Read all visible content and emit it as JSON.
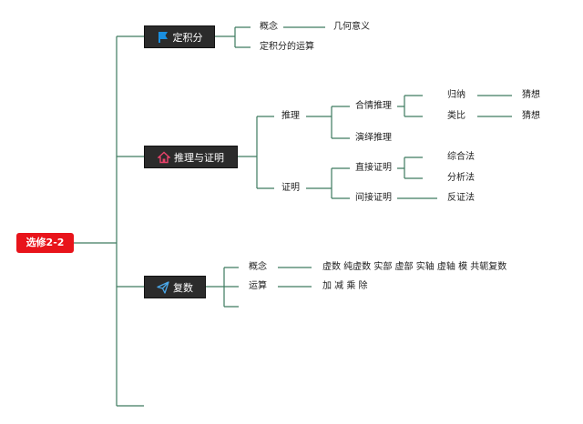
{
  "root": {
    "label": "选修2-2"
  },
  "topics": [
    {
      "label": "定积分",
      "icon": "flag-icon",
      "children": [
        {
          "label": "概念",
          "children": [
            {
              "label": "几何意义"
            }
          ]
        },
        {
          "label": "定积分的运算"
        }
      ]
    },
    {
      "label": "推理与证明",
      "icon": "home-icon",
      "children": [
        {
          "label": "推理",
          "children": [
            {
              "label": "合情推理",
              "children": [
                {
                  "label": "归纳",
                  "children": [
                    {
                      "label": "猜想"
                    }
                  ]
                },
                {
                  "label": "类比",
                  "children": [
                    {
                      "label": "猜想"
                    }
                  ]
                }
              ]
            },
            {
              "label": "演绎推理"
            }
          ]
        },
        {
          "label": "证明",
          "children": [
            {
              "label": "直接证明",
              "children": [
                {
                  "label": "综合法"
                },
                {
                  "label": "分析法"
                }
              ]
            },
            {
              "label": "间接证明",
              "children": [
                {
                  "label": "反证法"
                }
              ]
            }
          ]
        }
      ]
    },
    {
      "label": "复数",
      "icon": "send-icon",
      "children": [
        {
          "label": "概念",
          "children": [
            {
              "label": "虚数 纯虚数 实部 虚部 实轴 虚轴 模 共轭复数"
            }
          ]
        },
        {
          "label": "运算",
          "children": [
            {
              "label": "加 减 乘 除"
            }
          ]
        }
      ]
    }
  ],
  "colors": {
    "line": "#3d7a5f",
    "root_bg": "#e8141b",
    "topic_bg": "#2b2b2b",
    "flag_icon": "#1a8fe0",
    "home_icon": "#e8426a",
    "send_icon": "#4aa7e8"
  }
}
